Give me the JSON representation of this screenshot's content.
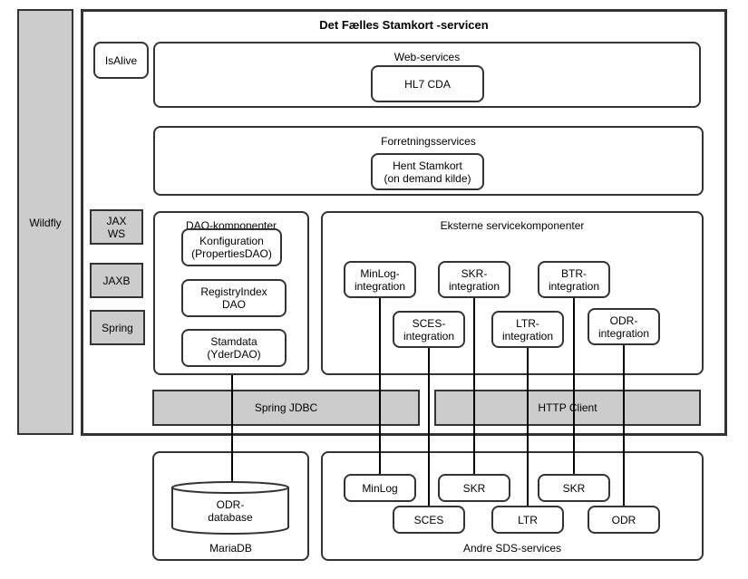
{
  "runtime": {
    "label": "Wildfly"
  },
  "service": {
    "title": "Det Fælles Stamkort -servicen"
  },
  "isalive": {
    "label": "IsAlive"
  },
  "webservices": {
    "title": "Web-services",
    "items": [
      "HL7 CDA"
    ]
  },
  "business": {
    "title": "Forretningsservices",
    "items": [
      "Hent Stamkort\n(on demand kilde)"
    ]
  },
  "libraries": [
    "JAX\nWS",
    "JAXB",
    "Spring"
  ],
  "dao": {
    "title": "DAO-komponenter",
    "items": [
      "Konfiguration\n(PropertiesDAO)",
      "RegistryIndex\nDAO",
      "Stamdata\n(YderDAO)"
    ]
  },
  "external": {
    "title": "Eksterne servicekomponenter",
    "items": [
      "MinLog-\nintegration",
      "SCES-\nintegration",
      "SKR-\nintegration",
      "LTR-\nintegration",
      "BTR-\nintegration",
      "ODR-\nintegration"
    ]
  },
  "transport": {
    "jdbc": "Spring JDBC",
    "http": "HTTP Client"
  },
  "database": {
    "container": "MariaDB",
    "db": "ODR-\ndatabase"
  },
  "sds": {
    "title": "Andre SDS-services",
    "items": [
      "MinLog",
      "SCES",
      "SKR",
      "LTR",
      "SKR",
      "ODR"
    ]
  }
}
